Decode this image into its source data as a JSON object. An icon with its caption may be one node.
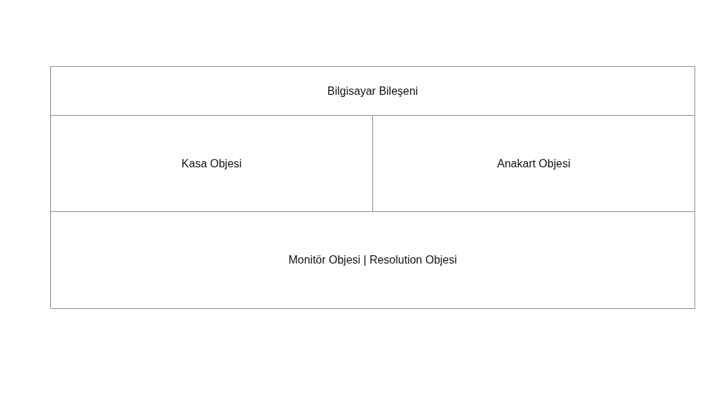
{
  "diagram": {
    "nodes": [
      {
        "text": [
          "Bilgisayar Bileşeni"
        ]
      },
      {
        "text": [
          "Kasa Objesi"
        ]
      },
      {
        "text": [
          "Anakart Objesi"
        ]
      },
      {
        "text": [
          "Monitör Objesi | Resolution Objesi"
        ]
      }
    ]
  }
}
